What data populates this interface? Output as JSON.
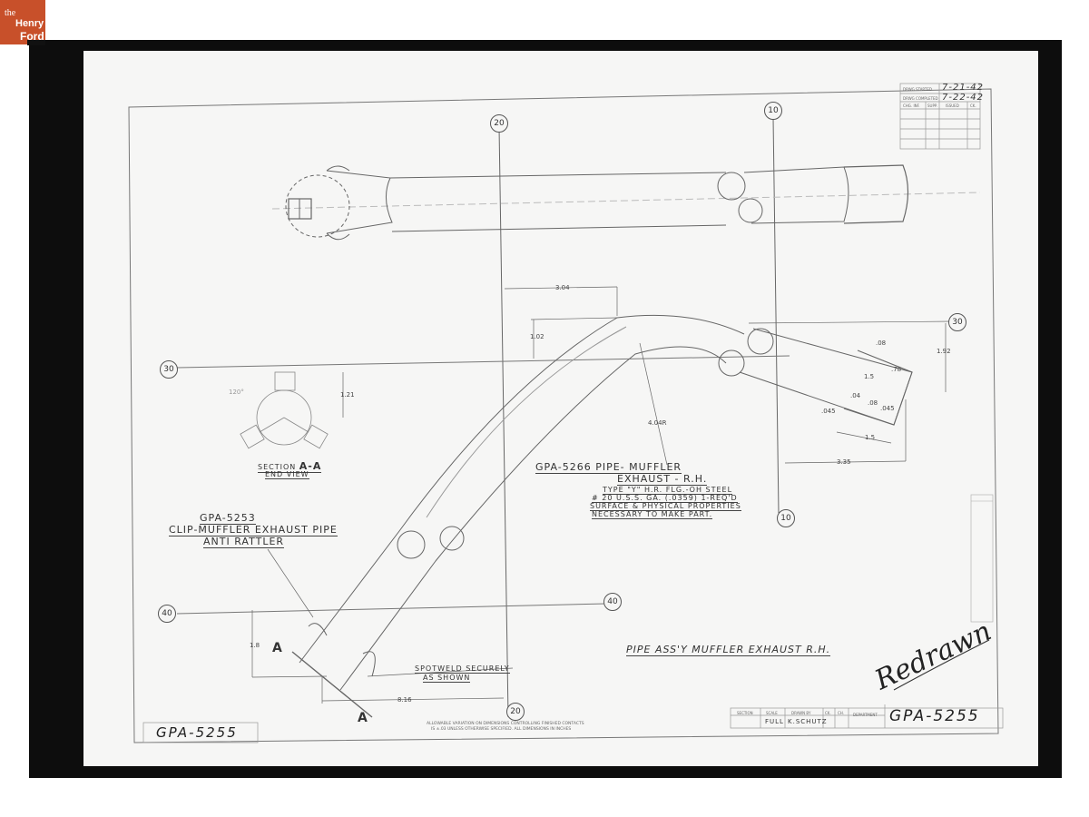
{
  "logo": {
    "line1": "the",
    "line2": "Henry",
    "line3": "Ford"
  },
  "title_block_top": {
    "drwg_started_label": "DRWG STARTED",
    "drwg_started_value": "7-21-42",
    "drwg_completed_label": "DRWG COMPLETED",
    "drwg_completed_value": "7-22-42",
    "col_headers": [
      "CHG. INF.",
      "SUPP.",
      "ISSUED",
      "CK."
    ]
  },
  "labels": {
    "section_view": "SECTION",
    "section_letter": "A-A",
    "end_view": "END VIEW",
    "clip_part_no": "GPA-5253",
    "clip_name_1": "CLIP-MUFFLER EXHAUST PIPE",
    "clip_name_2": "ANTI RATTLER",
    "pipe_part_line1": "GPA-5266 PIPE- MUFFLER",
    "pipe_part_line2": "EXHAUST - R.H.",
    "material_1": "TYPE \"Y\" H.R. FLG.-OH STEEL",
    "material_2": "# 20 U.S.S. GA. (.0359) 1-REQ'D",
    "material_3": "SURFACE & PHYSICAL PROPERTIES",
    "material_4": "NECESSARY TO MAKE PART.",
    "spotweld_1": "SPOTWELD SECURELY",
    "spotweld_2": "AS SHOWN",
    "assembly_title": "PIPE ASS'Y MUFFLER EXHAUST R.H.",
    "signature": "Redrawn",
    "tolerance_note_1": "ALLOWABLE VARIATION ON DIMENSIONS CONTROLLING FINISHED CONTACTS",
    "tolerance_note_2": "IS ±.03 UNLESS OTHERWISE SPECIFIED. ALL DIMENSIONS IN INCHES",
    "section_marker": "A",
    "angle_note": "120°"
  },
  "dimensions": {
    "d_304": "3.04",
    "d_102": "1.02",
    "d_404r": "4.04R",
    "d_192": "1.92",
    "d_08": ".08",
    "d_78": ".78",
    "d_15a": "1.5",
    "d_04": ".04",
    "d_08b": ".08",
    "d_045a": ".045",
    "d_045b": ".045",
    "d_15b": "1.5",
    "d_335": "3.35",
    "d_121": "1.21",
    "d_18": "1.8",
    "d_816": "8.16"
  },
  "balloons": {
    "b20_top": "20",
    "b10_top": "10",
    "b30_left": "30",
    "b30_right": "30",
    "b10_mid": "10",
    "b40_left": "40",
    "b40_mid": "40",
    "b20_bottom": "20"
  },
  "title_block_bottom": {
    "headers": [
      "SECTION",
      "SCALE",
      "DRAWN BY",
      "CK.",
      "CH.",
      "DEPARTMENT"
    ],
    "scale": "FULL",
    "drawn_by": "K.SCHUTZ",
    "part_number": "GPA-5255"
  },
  "corner_part_number": "GPA-5255",
  "colors": {
    "logo_bg": "#c8502a",
    "frame": "#0d0d0d",
    "paper": "#f6f6f5",
    "ink": "#333333"
  }
}
